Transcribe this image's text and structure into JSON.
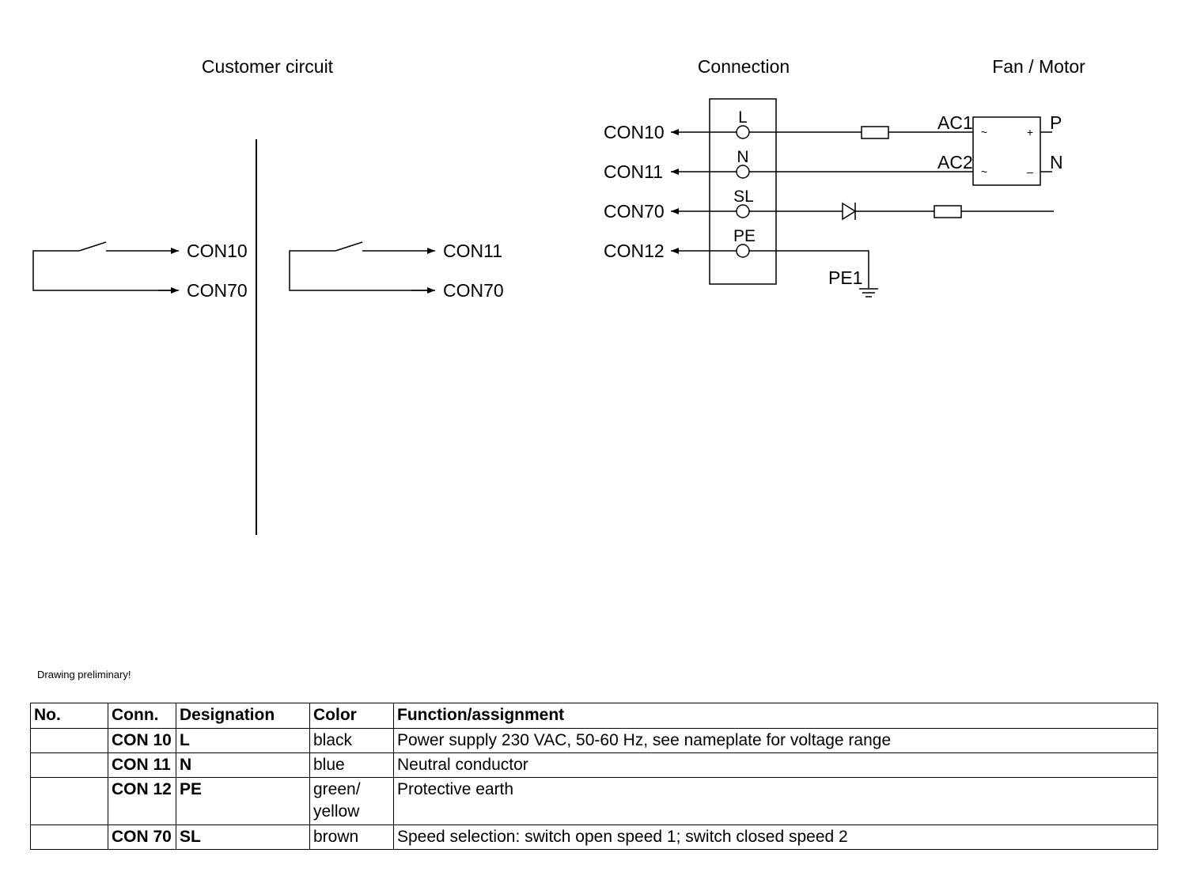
{
  "headings": {
    "customer": "Customer circuit",
    "connection": "Connection",
    "fan": "Fan / Motor"
  },
  "customer_circuit": {
    "left": {
      "top_label": "CON10",
      "bottom_label": "CON70"
    },
    "right": {
      "top_label": "CON11",
      "bottom_label": "CON70"
    }
  },
  "connection": {
    "terminals": [
      {
        "pin": "L",
        "line": "CON10"
      },
      {
        "pin": "N",
        "line": "CON11"
      },
      {
        "pin": "SL",
        "line": "CON70"
      },
      {
        "pin": "PE",
        "line": "CON12"
      }
    ],
    "earth_label": "PE1"
  },
  "motor": {
    "ac1": "AC1",
    "ac2": "AC2",
    "out_p": "P",
    "out_n": "N",
    "tilde": "~",
    "plus": "+",
    "minus": "–"
  },
  "note": "Drawing preliminary!",
  "table": {
    "headers": [
      "No.",
      "Conn.",
      "Designation",
      "Color",
      "Function/assignment"
    ],
    "rows": [
      {
        "no": "",
        "conn": "CON 10",
        "designation": "L",
        "color": "black",
        "color2": "",
        "function": "Power supply 230 VAC, 50-60 Hz, see nameplate for voltage range"
      },
      {
        "no": "",
        "conn": "CON 11",
        "designation": "N",
        "color": "blue",
        "color2": "",
        "function": "Neutral conductor"
      },
      {
        "no": "",
        "conn": "CON 12",
        "designation": "PE",
        "color": "green/",
        "color2": "yellow",
        "function": "Protective earth"
      },
      {
        "no": "",
        "conn": "CON 70",
        "designation": "SL",
        "color": "brown",
        "color2": "",
        "function": "Speed selection: switch open speed 1; switch closed speed 2"
      }
    ]
  }
}
